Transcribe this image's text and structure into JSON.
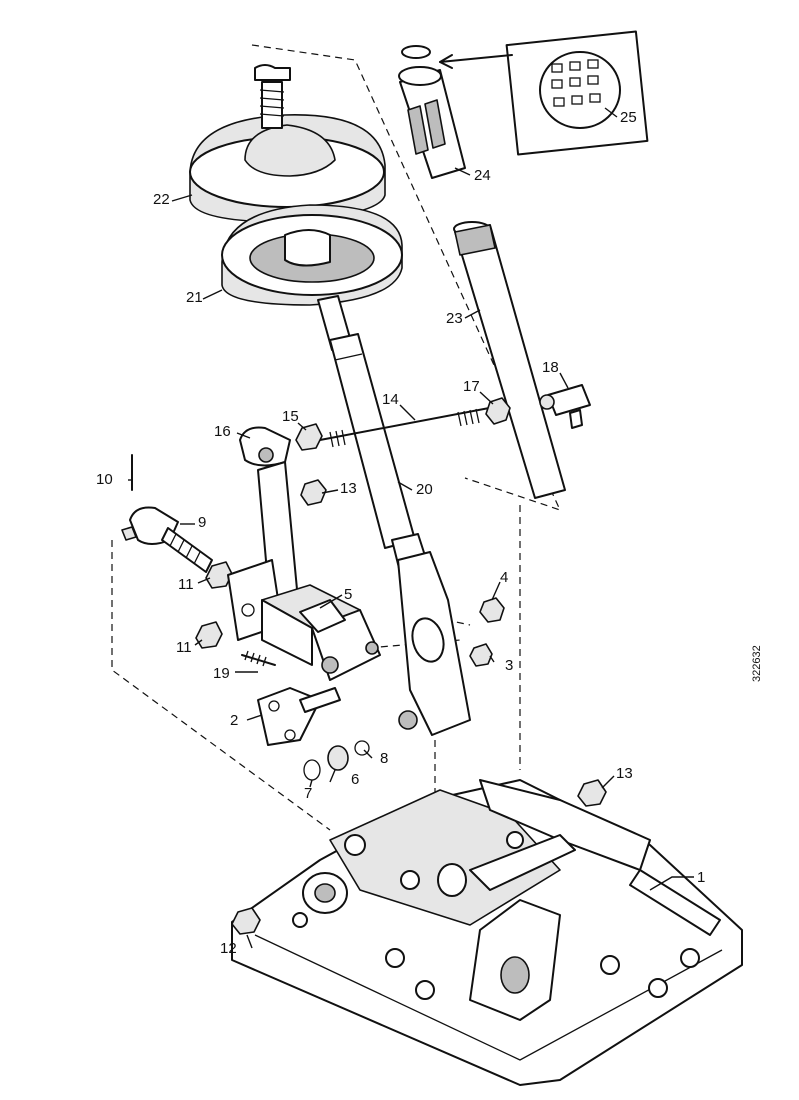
{
  "callouts": {
    "n1": "1",
    "n2": "2",
    "n3": "3",
    "n4": "4",
    "n5": "5",
    "n6": "6",
    "n7": "7",
    "n8": "8",
    "n9": "9",
    "n10": "10",
    "n11a": "11",
    "n11b": "11",
    "n12": "12",
    "n13a": "13",
    "n13b": "13",
    "n14": "14",
    "n15": "15",
    "n16": "16",
    "n17": "17",
    "n18": "18",
    "n19": "19",
    "n20": "20",
    "n21": "21",
    "n22": "22",
    "n23": "23",
    "n24": "24",
    "n25": "25"
  },
  "reference_code": "322632"
}
